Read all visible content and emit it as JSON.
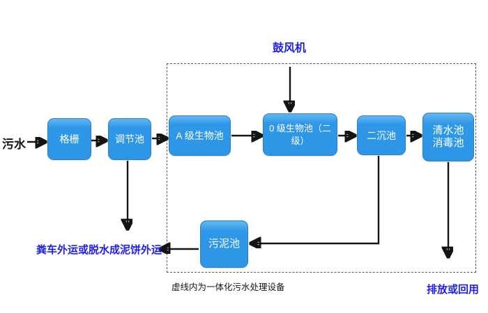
{
  "diagram": {
    "labels": {
      "influent": "污水",
      "blower": "鼓风机",
      "sludge_out": "粪车外运或脱水成泥饼外运",
      "dashed_note": "虚线内为一体化污水处理设备",
      "effluent": "排放或回用"
    },
    "nodes": [
      {
        "id": "grid",
        "label": "格栅"
      },
      {
        "id": "regulating",
        "label": "调节池"
      },
      {
        "id": "a_bio",
        "label": "A 级生物池"
      },
      {
        "id": "o_bio",
        "label": "0 级生物池（二级）"
      },
      {
        "id": "secondary_sed",
        "label": "二沉池"
      },
      {
        "id": "clear_water",
        "label_line1": "清水池",
        "label_line2": "消毒池"
      },
      {
        "id": "sludge",
        "label": "污泥池"
      }
    ],
    "colors": {
      "box_fill": "#2e96e6",
      "box_border": "#2b7fc8",
      "blue_text": "#2020ee",
      "arrow": "#141414",
      "dashed_border": "#555555"
    }
  }
}
